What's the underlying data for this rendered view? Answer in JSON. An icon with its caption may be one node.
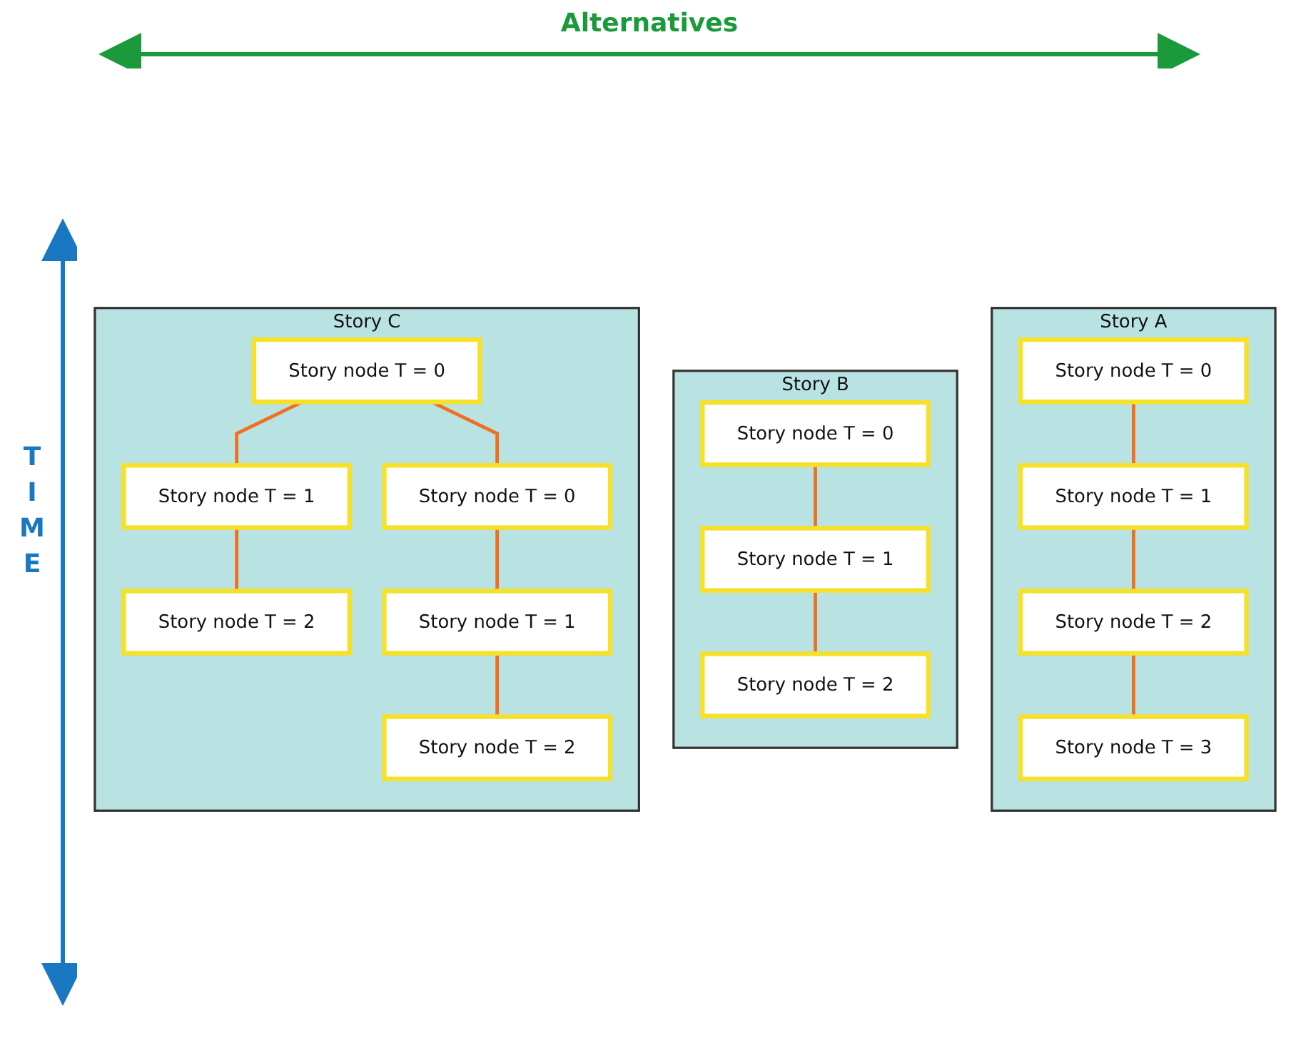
{
  "diagram": {
    "nodes": [
      {
        "text": [
          "Story A"
        ]
      },
      {
        "text": [
          "Story node T = 0"
        ],
        "in": 0
      },
      {
        "text": [
          "Story node T = 1"
        ],
        "in": 0
      },
      {
        "text": [
          "Story node T = 2"
        ],
        "in": 0
      },
      {
        "text": [
          "Story node T = 3"
        ],
        "in": 0
      },
      {
        "text": [
          "Story B"
        ]
      },
      {
        "text": [
          "Story node T = 0"
        ],
        "in": 5
      },
      {
        "text": [
          "Story node T = 1"
        ],
        "in": 5
      },
      {
        "text": [
          "Story node T = 2"
        ],
        "in": 5
      },
      {
        "text": [
          "Story C"
        ]
      },
      {
        "text": [
          "Story node T = 0"
        ],
        "in": 9
      },
      {
        "text": [
          "Story node T = 1"
        ],
        "in": 9
      },
      {
        "text": [
          "Story node T = 0"
        ],
        "in": 9
      },
      {
        "text": [
          "Story node T = 2"
        ],
        "in": 9
      },
      {
        "text": [
          "Story node T = 1"
        ],
        "in": 9
      },
      {
        "text": [
          "Story node T = 2"
        ],
        "in": 9
      }
    ],
    "edges": [
      {
        "from": 1,
        "to": 2,
        "arrow": "none"
      },
      {
        "from": 2,
        "to": 3,
        "arrow": "none"
      },
      {
        "from": 3,
        "to": 4,
        "arrow": "none"
      },
      {
        "from": 6,
        "to": 7,
        "arrow": "none"
      },
      {
        "from": 7,
        "to": 8,
        "arrow": "none"
      },
      {
        "from": 10,
        "to": 11,
        "arrow": "none"
      },
      {
        "from": 10,
        "to": 12,
        "arrow": "none"
      },
      {
        "from": 11,
        "to": 13,
        "arrow": "none"
      },
      {
        "from": 12,
        "to": 14,
        "arrow": "none"
      },
      {
        "from": 14,
        "to": 15,
        "arrow": "none"
      }
    ],
    "labels": [
      "Alternatives",
      "TIME"
    ]
  }
}
